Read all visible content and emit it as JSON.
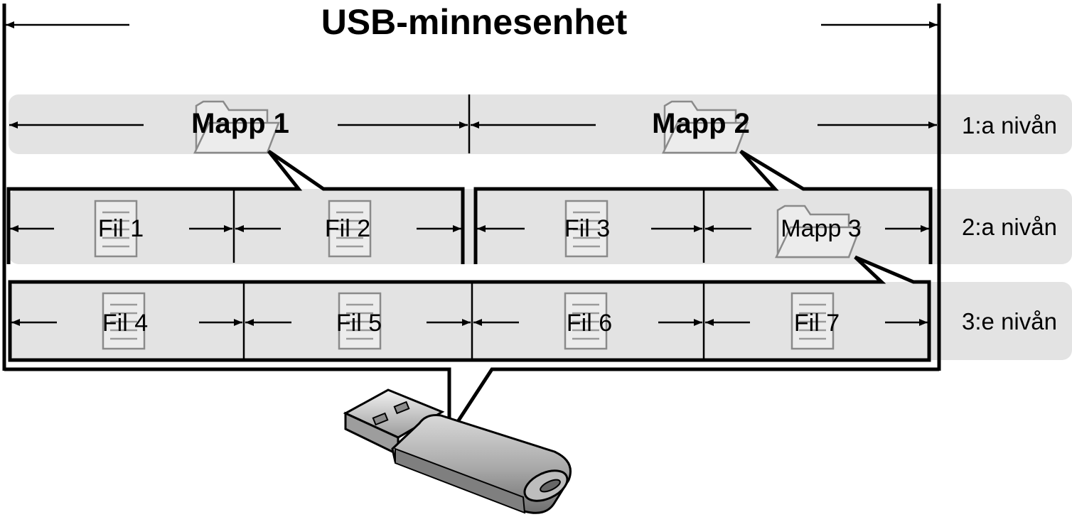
{
  "title": "USB-minnesenhet",
  "levels": [
    {
      "label": "1:a nivån"
    },
    {
      "label": "2:a nivån"
    },
    {
      "label": "3:e nivån"
    }
  ],
  "level1": [
    {
      "label": "Mapp 1",
      "icon": "folder-icon"
    },
    {
      "label": "Mapp 2",
      "icon": "folder-icon"
    }
  ],
  "level2": [
    {
      "label": "Fil 1",
      "icon": "document-icon"
    },
    {
      "label": "Fil 2",
      "icon": "document-icon"
    },
    {
      "label": "Fil 3",
      "icon": "document-icon"
    },
    {
      "label": "Mapp 3",
      "icon": "folder-icon"
    }
  ],
  "level3": [
    {
      "label": "Fil 4",
      "icon": "document-icon"
    },
    {
      "label": "Fil 5",
      "icon": "document-icon"
    },
    {
      "label": "Fil 6",
      "icon": "document-icon"
    },
    {
      "label": "Fil 7",
      "icon": "document-icon"
    }
  ],
  "colors": {
    "band": "#e3e3e3",
    "icon": "#8a8a8a",
    "line": "#000000"
  }
}
